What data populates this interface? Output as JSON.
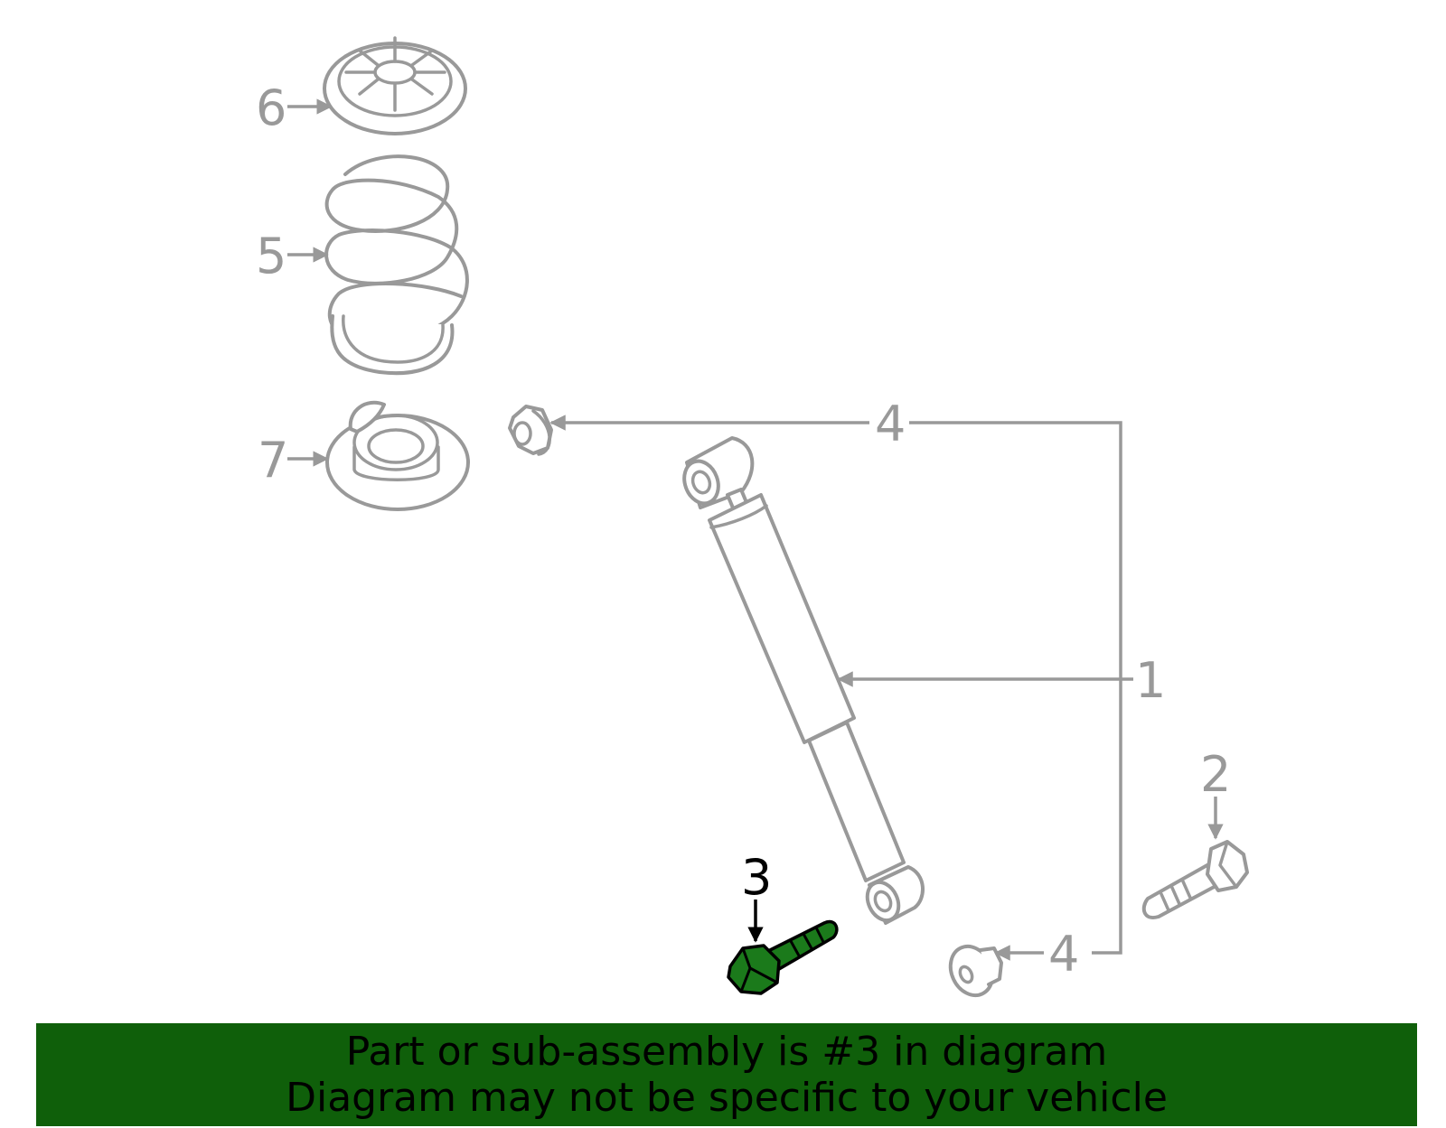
{
  "callouts": {
    "c1": "1",
    "c2": "2",
    "c3": "3",
    "c4_top": "4",
    "c4_bottom": "4",
    "c5": "5",
    "c6": "6",
    "c7": "7"
  },
  "highlight": {
    "part": "3",
    "color": "#1b7a1b"
  },
  "banner": {
    "line1": "Part or sub-assembly is #3 in diagram",
    "line2": "Diagram may not be specific to your vehicle",
    "background": "#0f5f0a"
  },
  "colors": {
    "line_art": "#999999",
    "highlight_outline": "#000000"
  }
}
